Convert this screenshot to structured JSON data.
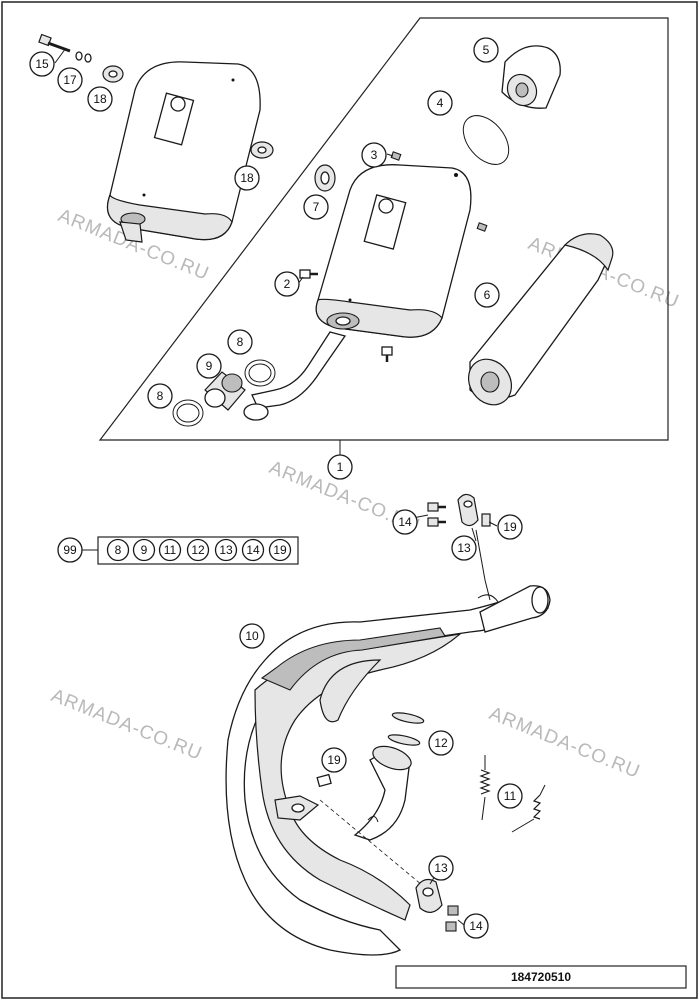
{
  "diagram": {
    "drawing_number": "184720510",
    "watermark": "ARMADA-CO.RU",
    "kit": {
      "label": "99",
      "items": [
        "8",
        "9",
        "11",
        "12",
        "13",
        "14",
        "19"
      ]
    },
    "callouts": {
      "c1": "1",
      "c2": "2",
      "c3": "3",
      "c4": "4",
      "c5": "5",
      "c6": "6",
      "c7": "7",
      "c8a": "8",
      "c8b": "8",
      "c9": "9",
      "c10": "10",
      "c11": "11",
      "c12": "12",
      "c13a": "13",
      "c13b": "13",
      "c14a": "14",
      "c14b": "14",
      "c15": "15",
      "c17": "17",
      "c18a": "18",
      "c18b": "18",
      "c19a": "19",
      "c19b": "19"
    }
  }
}
